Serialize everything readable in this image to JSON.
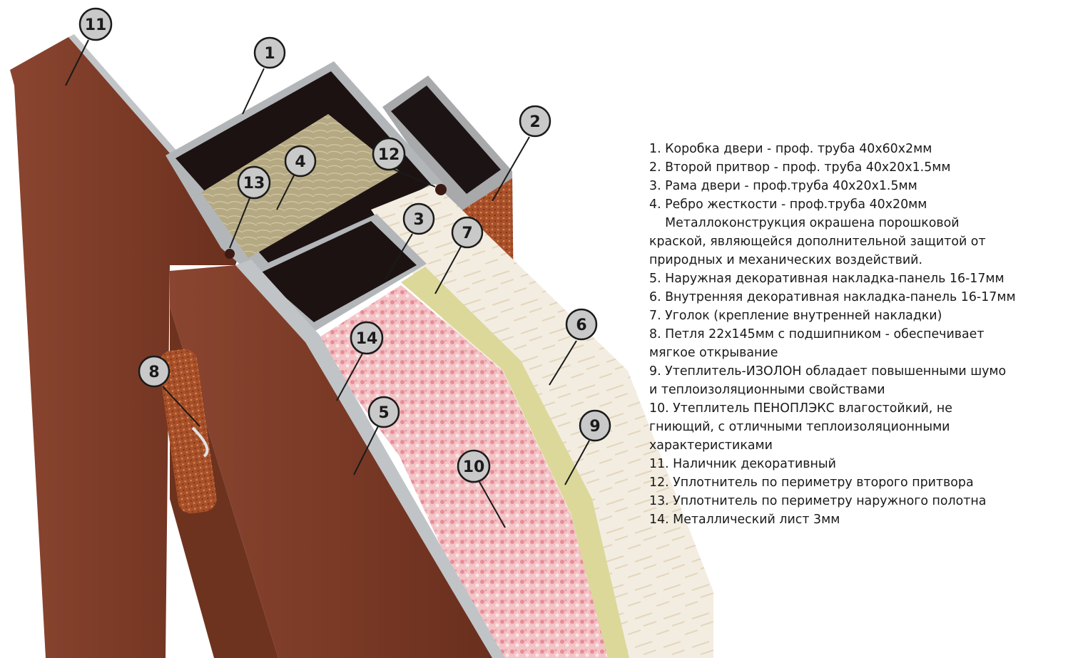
{
  "legend": {
    "items": [
      "1. Коробка двери - проф. труба 40х60х2мм",
      "2. Второй притвор - проф. труба 40х20х1.5мм",
      "3. Рама двери - проф.труба 40х20х1.5мм",
      "4. Ребро жесткости - проф.труба 40х20мм",
      "    Металлоконструкция окрашена порошковой",
      "краской, являющейся дополнительной защитой от",
      "природных и механических воздействий.",
      "5. Наружная декоративная накладка-панель 16-17мм",
      "6. Внутренняя декоративная накладка-панель 16-17мм",
      "7. Уголок (крепление внутренней накладки)",
      "8. Петля 22х145мм с подшипником - обеспечивает",
      "мягкое открывание",
      "9. Утеплитель-ИЗОЛОН обладает повышенными шумо",
      "и теплоизоляционными свойствами",
      "10. Утеплитель ПЕНОПЛЭКС влагостойкий, не",
      "гниющий, с отличными теплоизоляционными",
      "характеристиками",
      "11. Наличник декоративный",
      "12. Уплотнитель по периметру второго притвора",
      "13. Уплотнитель по периметру наружного полотна",
      "14. Металлический лист 3мм"
    ]
  },
  "callouts": {
    "c1": "1",
    "c2": "2",
    "c3": "3",
    "c4": "4",
    "c5": "5",
    "c6": "6",
    "c7": "7",
    "c8": "8",
    "c9": "9",
    "c10": "10",
    "c11": "11",
    "c12": "12",
    "c13": "13",
    "c14": "14"
  },
  "colors": {
    "wood": "#7a3a26",
    "wood_dark": "#5a2618",
    "metal": "#b9bcbf",
    "steel_dark": "#1a1212",
    "mineral_wool": "#b9ad86",
    "foam_pink": "#f0b8be",
    "isolon": "#dcd89a",
    "panel_white": "#f1ebde"
  }
}
